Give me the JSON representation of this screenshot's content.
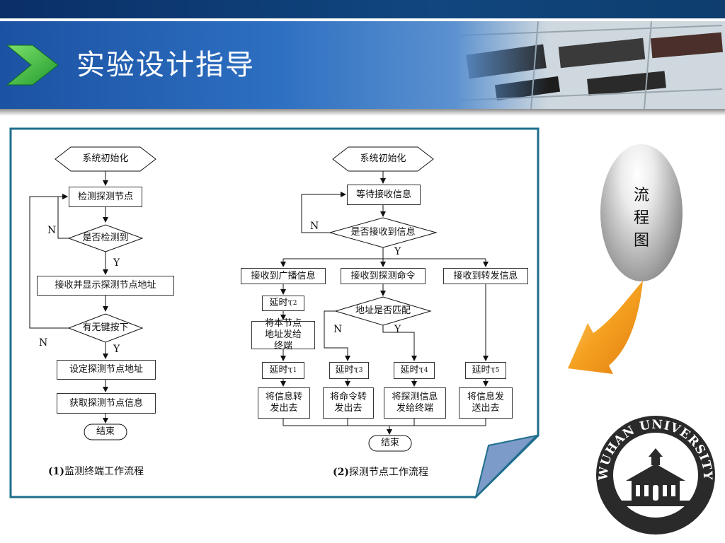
{
  "header": {
    "title": "实验设计指导"
  },
  "left_flow": {
    "init": "系统初始化",
    "detect": "检测探测节点",
    "decision": "是否检测到",
    "receive_show": "接收并显示探测节点地址",
    "key_decision": "有无键按下",
    "set_addr": "设定探测节点地址",
    "get_info": "获取探测节点信息",
    "end": "结束",
    "n1": "N",
    "y1": "Y",
    "n2": "N",
    "y2": "Y",
    "caption_num": "(1)",
    "caption_text": "监测终端工作流程"
  },
  "right_flow": {
    "init": "系统初始化",
    "wait": "等待接收信息",
    "decision": "是否接收到信息",
    "n1": "N",
    "y1": "Y",
    "recv_broadcast": "接收到广播信息",
    "recv_probe": "接收到探测命令",
    "recv_forward": "接收到转发信息",
    "delay": "延时",
    "tau_symbol": "τ",
    "tau2": "2",
    "tau1": "1",
    "tau3": "3",
    "tau4": "4",
    "tau5": "5",
    "send_addr": "将本节点地址发给终端",
    "addr_match": "地址是否匹配",
    "n2": "N",
    "y2": "Y",
    "fwd_info": "将信息转发出去",
    "fwd_cmd": "将命令转发出去",
    "send_probe": "将探测信息发给终端",
    "send_info": "将信息发送出去",
    "end": "结束",
    "caption_num": "(2)",
    "caption_text": "探测节点工作流程"
  },
  "side": {
    "label_chars": [
      "流",
      "程",
      "图"
    ],
    "logo_text": "WUHAN UNIVERSITY"
  },
  "colors": {
    "header_blue": "#2d6fc1",
    "card_border": "#1f6e8c",
    "card_fold": "#7c9bc8",
    "arrow_orange": "#f5a020"
  }
}
